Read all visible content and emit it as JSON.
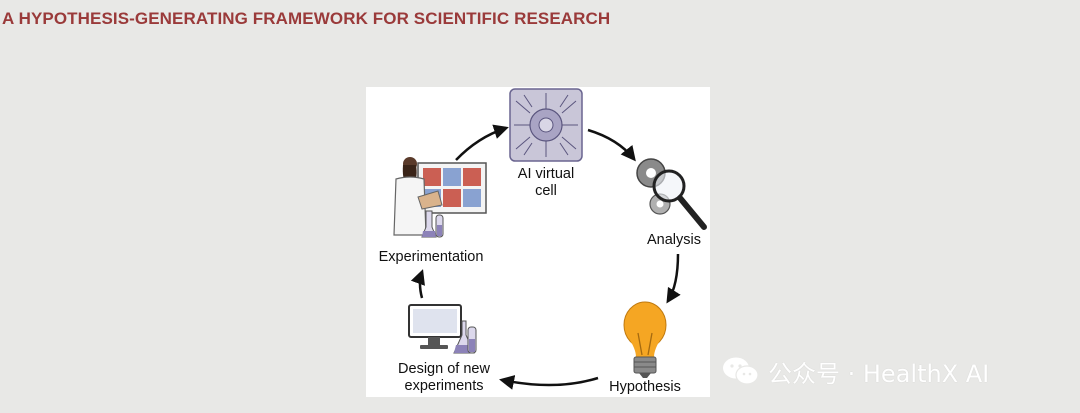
{
  "header": {
    "title": "A HYPOTHESIS-GENERATING FRAMEWORK FOR SCIENTIFIC RESEARCH"
  },
  "diagram": {
    "nodes": [
      {
        "id": "ai_cell",
        "label_line1": "AI virtual",
        "label_line2": "cell",
        "icon": "chip-icon"
      },
      {
        "id": "analysis",
        "label": "Analysis",
        "icon": "gear-magnifier-icon"
      },
      {
        "id": "hypothesis",
        "label": "Hypothesis",
        "icon": "lightbulb-icon"
      },
      {
        "id": "design",
        "label_line1": "Design of new",
        "label_line2": "experiments",
        "icon": "computer-flask-icon"
      },
      {
        "id": "experimentation",
        "label": "Experimentation",
        "icon": "scientist-icon"
      }
    ],
    "colors": {
      "title": "#9a3a3a",
      "chip": "#c9c6d8",
      "bulb": "#f5a623",
      "flask": "#8c82b8"
    }
  },
  "watermark": {
    "text": "公众号 · HealthX AI"
  }
}
